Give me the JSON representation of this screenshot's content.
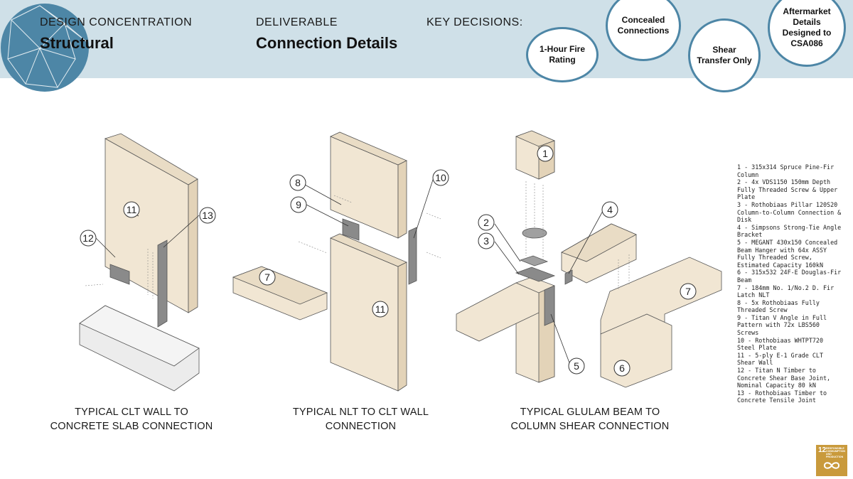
{
  "header": {
    "concentration_label": "DESIGN CONCENTRATION",
    "concentration_value": "Structural",
    "deliverable_label": "DELIVERABLE",
    "deliverable_value": "Connection Details",
    "decisions_label": "KEY DECISIONS:"
  },
  "decisions": [
    "1-Hour Fire Rating",
    "Concealed Connections",
    "Shear Transfer Only",
    "Aftermarket Details Designed to CSA086"
  ],
  "callouts": {
    "d1": [
      "11",
      "12",
      "13"
    ],
    "d2": [
      "8",
      "9",
      "10",
      "7",
      "11"
    ],
    "d3": [
      "1",
      "2",
      "3",
      "4",
      "5",
      "6",
      "7"
    ]
  },
  "captions": {
    "c1_line1": "TYPICAL CLT WALL TO",
    "c1_line2": "CONCRETE SLAB CONNECTION",
    "c2_line1": "TYPICAL NLT TO CLT WALL",
    "c2_line2": "CONNECTION",
    "c3_line1": "TYPICAL GLULAM BEAM TO",
    "c3_line2": "COLUMN SHEAR CONNECTION"
  },
  "legend": [
    "1 - 315x314 Spruce Pine-Fir Column",
    "2 - 4x VDS1150 150mm Depth Fully Threaded Screw & Upper Plate",
    "3 - Rothobiaas Pillar 120S20 Column-to-Column Connection & Disk",
    "4 - Simpsons Strong-Tie Angle Bracket",
    "5 - MEGANT 430x150 Concealed Beam Hanger with 64x ASSY Fully Threaded Screw, Estimated Capacity 160kN",
    "6 - 315x532 24F-E Douglas-Fir Beam",
    "7 - 184mm No. 1/No.2 D. Fir Latch NLT",
    "8 - 5x Rothobiaas Fully Threaded Screw",
    "9 - Titan V Angle in Full Pattern with 72x LBS560 Screws",
    "10 - Rothobiaas WHTPT720 Steel Plate",
    "11 - 5-ply E-1 Grade CLT Shear Wall",
    "12 - Titan N Timber to Concrete Shear Base Joint, Nominal Capacity 80 kN",
    "13 - Rothobiaas Timber to Concrete Tensile Joint"
  ],
  "sdg": {
    "number": "12",
    "text": "RESPONSIBLE CONSUMPTION AND PRODUCTION"
  },
  "colors": {
    "header_bg": "#cfe0e8",
    "accent_blue": "#4d86a6",
    "timber": "#f1e6d3",
    "timber_side": "#e3d3b8",
    "steel": "#8a8a8a",
    "sdg_gold": "#c99a3c"
  }
}
